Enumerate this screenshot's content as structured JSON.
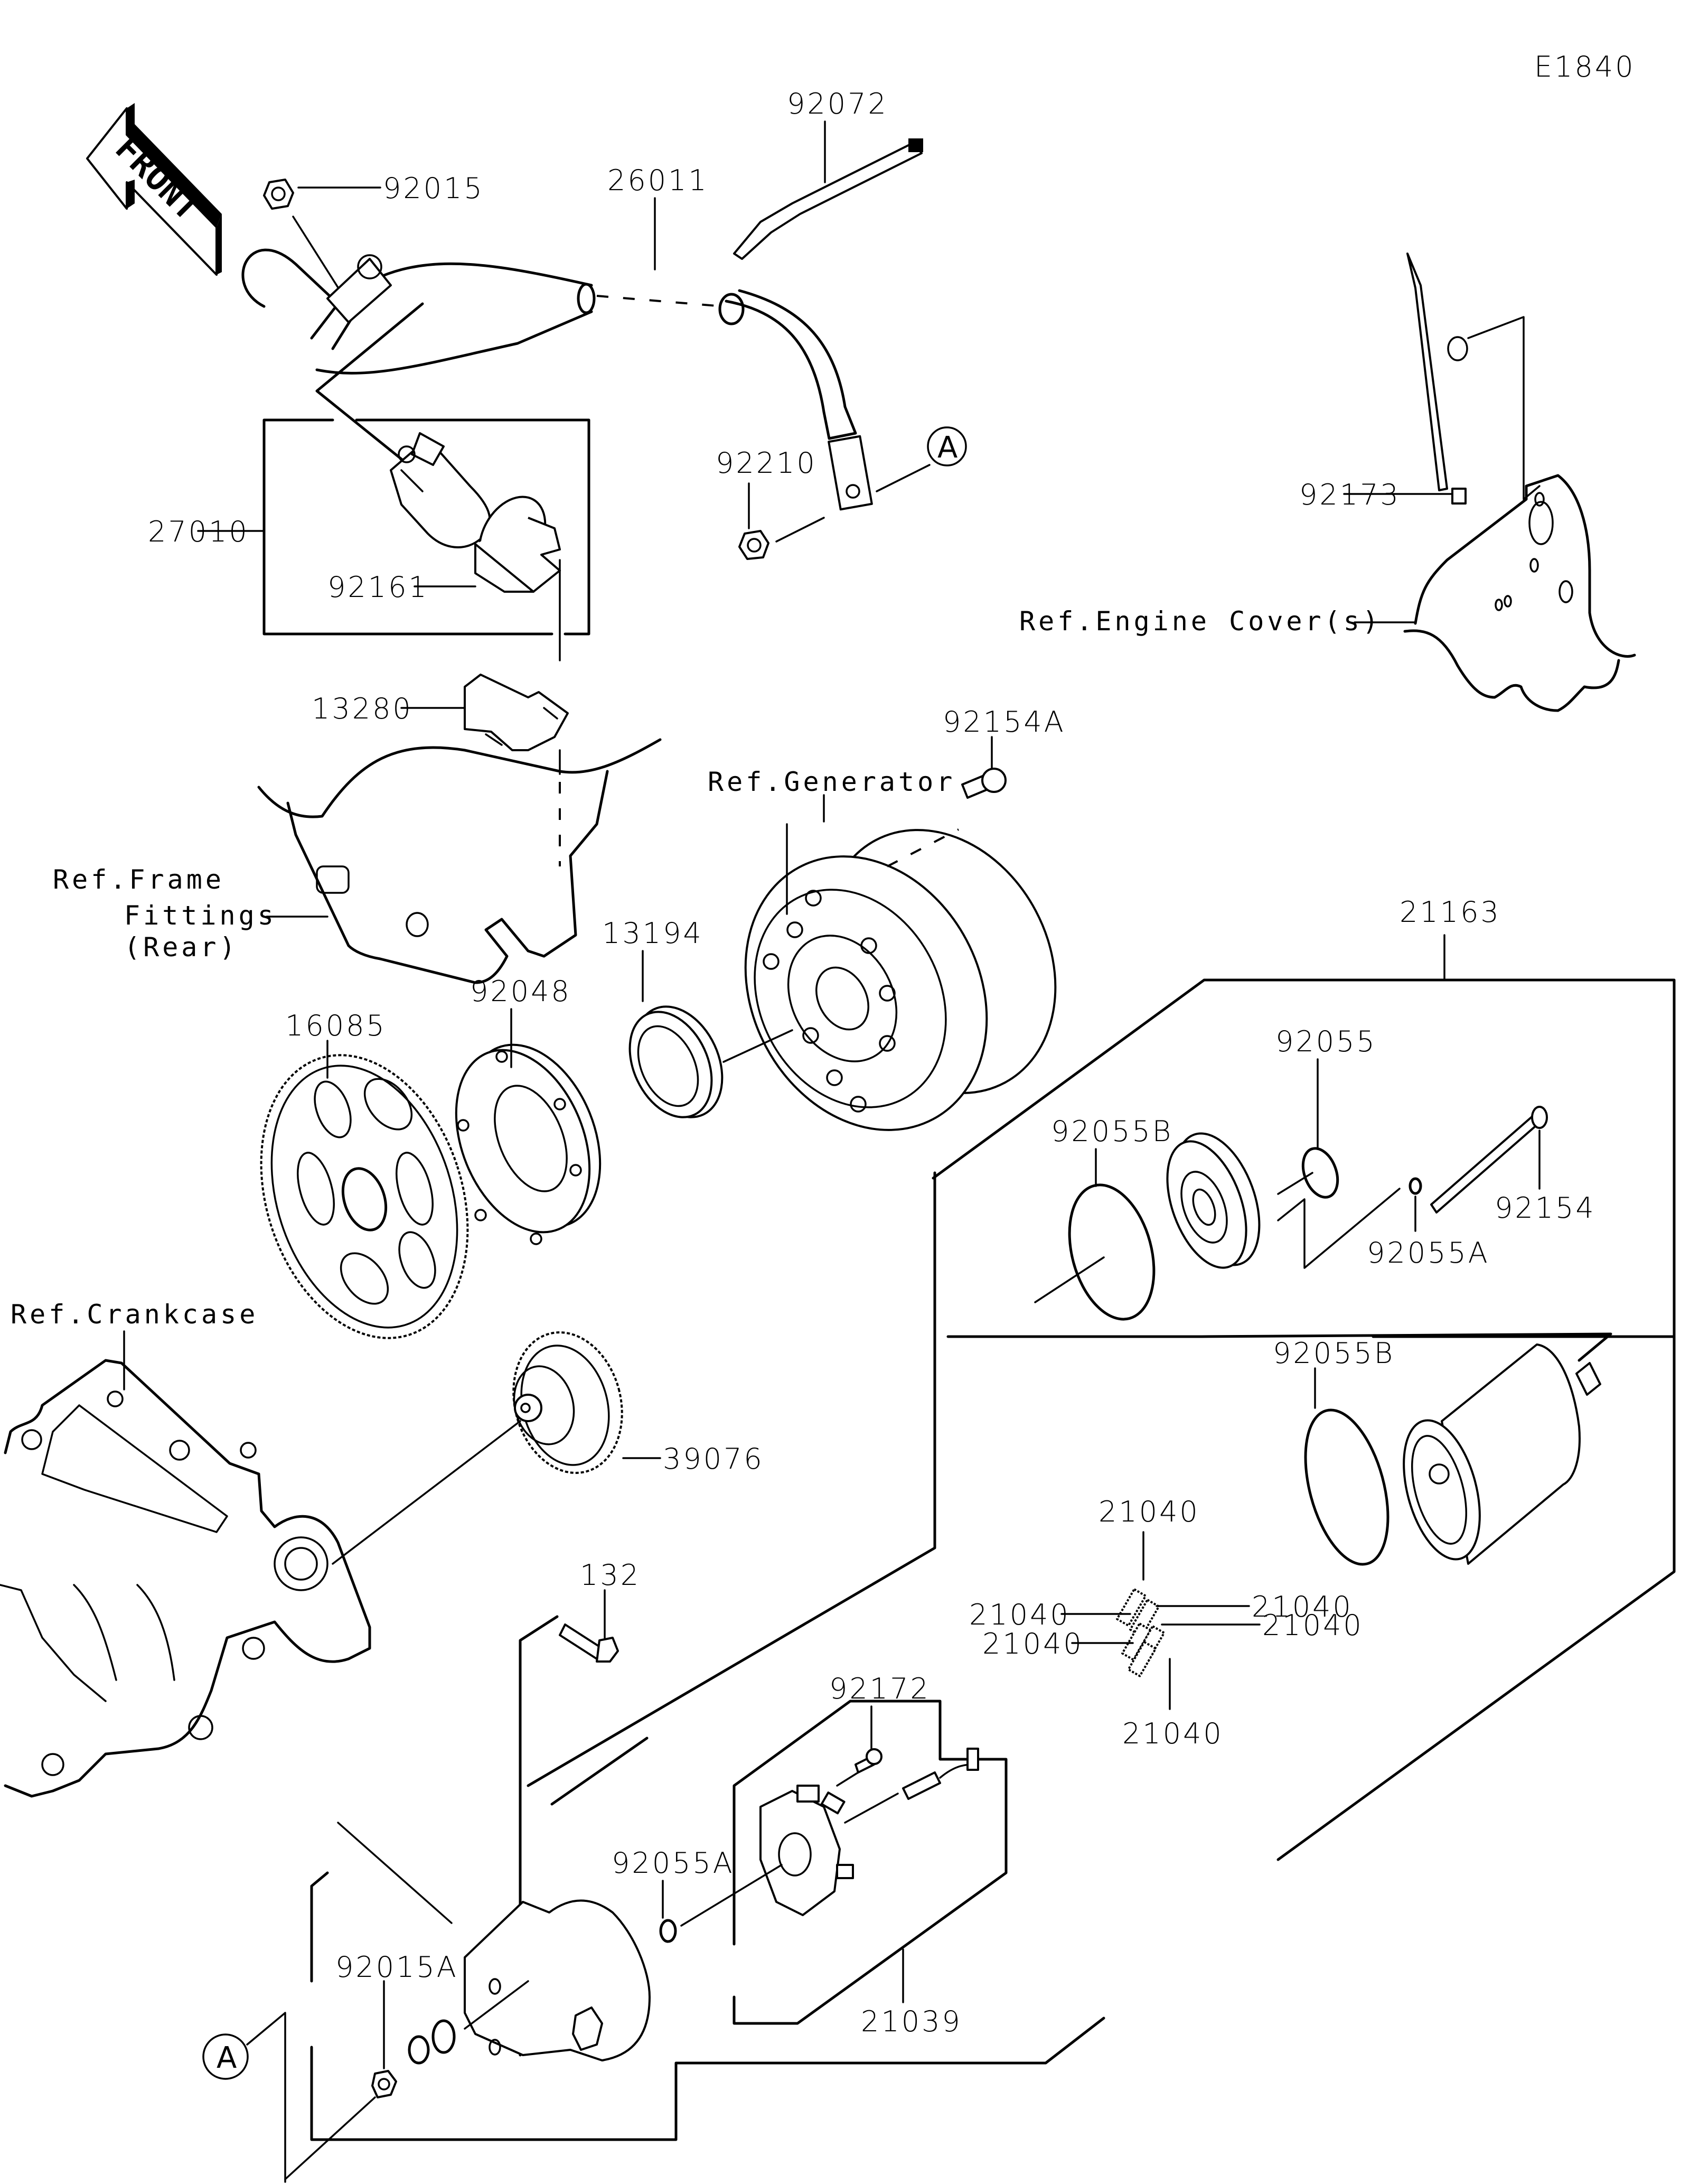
{
  "diagram_code": "E1840",
  "front_marker": "FRONT",
  "callout_marker": "A",
  "parts": {
    "p92015": "92015",
    "p26011": "26011",
    "p92072": "92072",
    "p27010": "27010",
    "p92161": "92161",
    "p92210": "92210",
    "p13280": "13280",
    "p92173": "92173",
    "p92154A": "92154A",
    "p13194": "13194",
    "p92048": "92048",
    "p16085": "16085",
    "p39076": "39076",
    "p21163": "21163",
    "p92055": "92055",
    "p92055B_top": "92055B",
    "p92154": "92154",
    "p92055A_top": "92055A",
    "p92055B_bottom": "92055B",
    "p21040_top": "21040",
    "p21040_left1": "21040",
    "p21040_right1": "21040",
    "p21040_left2": "21040",
    "p21040_right2": "21040",
    "p21040_bottom": "21040",
    "p132": "132",
    "p92172": "92172",
    "p92055A_bottom": "92055A",
    "p21039": "21039",
    "p92015A": "92015A"
  },
  "references": {
    "engine_cover": "Ref.Engine Cover(s)",
    "generator": "Ref.Generator",
    "frame_line1": "Ref.Frame",
    "frame_line2": "Fittings",
    "frame_line3": "(Rear)",
    "crankcase": "Ref.Crankcase"
  }
}
